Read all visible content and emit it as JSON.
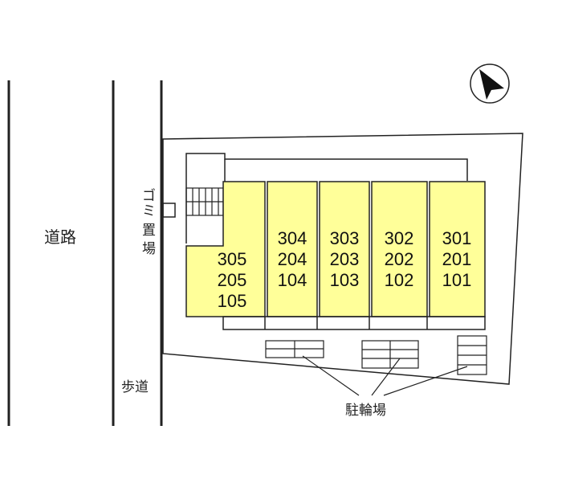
{
  "road": {
    "label": "道路"
  },
  "sidewalk": {
    "label": "歩道"
  },
  "garbage": {
    "label_chars": [
      "ゴ",
      "ミ",
      "置",
      "場"
    ]
  },
  "bicycle_parking": {
    "label": "駐輪場"
  },
  "units": [
    {
      "id": "unit-block-305",
      "rooms": [
        "305",
        "205",
        "105"
      ]
    },
    {
      "id": "unit-block-304",
      "rooms": [
        "304",
        "204",
        "104"
      ]
    },
    {
      "id": "unit-block-303",
      "rooms": [
        "303",
        "203",
        "103"
      ]
    },
    {
      "id": "unit-block-302",
      "rooms": [
        "302",
        "202",
        "102"
      ]
    },
    {
      "id": "unit-block-301",
      "rooms": [
        "301",
        "201",
        "101"
      ]
    }
  ],
  "colors": {
    "unit_fill": "#ffff99",
    "line": "#222222"
  },
  "compass": {
    "icon": "north-arrow-icon"
  }
}
